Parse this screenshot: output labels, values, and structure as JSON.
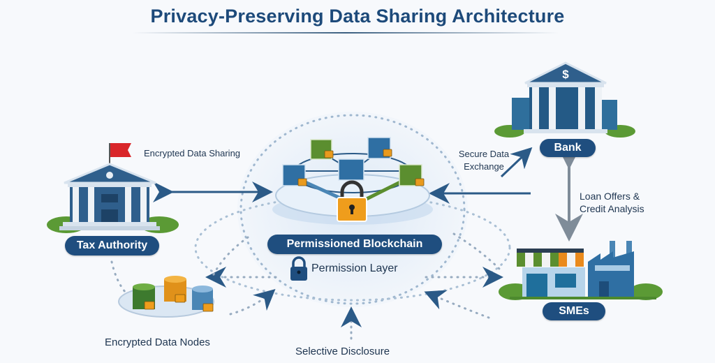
{
  "title": "Privacy-Preserving Data Sharing Architecture",
  "entities": {
    "tax_authority": {
      "label": "Tax Authority",
      "icon": "government-building-icon",
      "flag": "flag-icon"
    },
    "bank": {
      "label": "Bank",
      "icon": "bank-building-icon",
      "symbol": "$"
    },
    "smes": {
      "label": "SMEs",
      "icon": "shop-factory-icon"
    },
    "blockchain": {
      "label": "Permissioned Blockchain",
      "icon": "blockchain-network-icon"
    },
    "permission_layer": {
      "label": "Permission Layer",
      "icon": "lock-icon"
    },
    "data_nodes": {
      "label": "Encrypted Data Nodes",
      "icon": "database-icon"
    }
  },
  "connections": {
    "tax_blockchain": "Encrypted Data Sharing",
    "blockchain_bank": "Secure Data\nExchange",
    "bank_smes": "Loan Offers &\nCredit Analysis",
    "disclosure": "Selective Disclosure"
  },
  "colors": {
    "primary": "#1f4e7f",
    "green": "#5b8e2f",
    "orange": "#e99a1e",
    "light_blue": "#4a86b5",
    "flag": "#d9262a"
  }
}
